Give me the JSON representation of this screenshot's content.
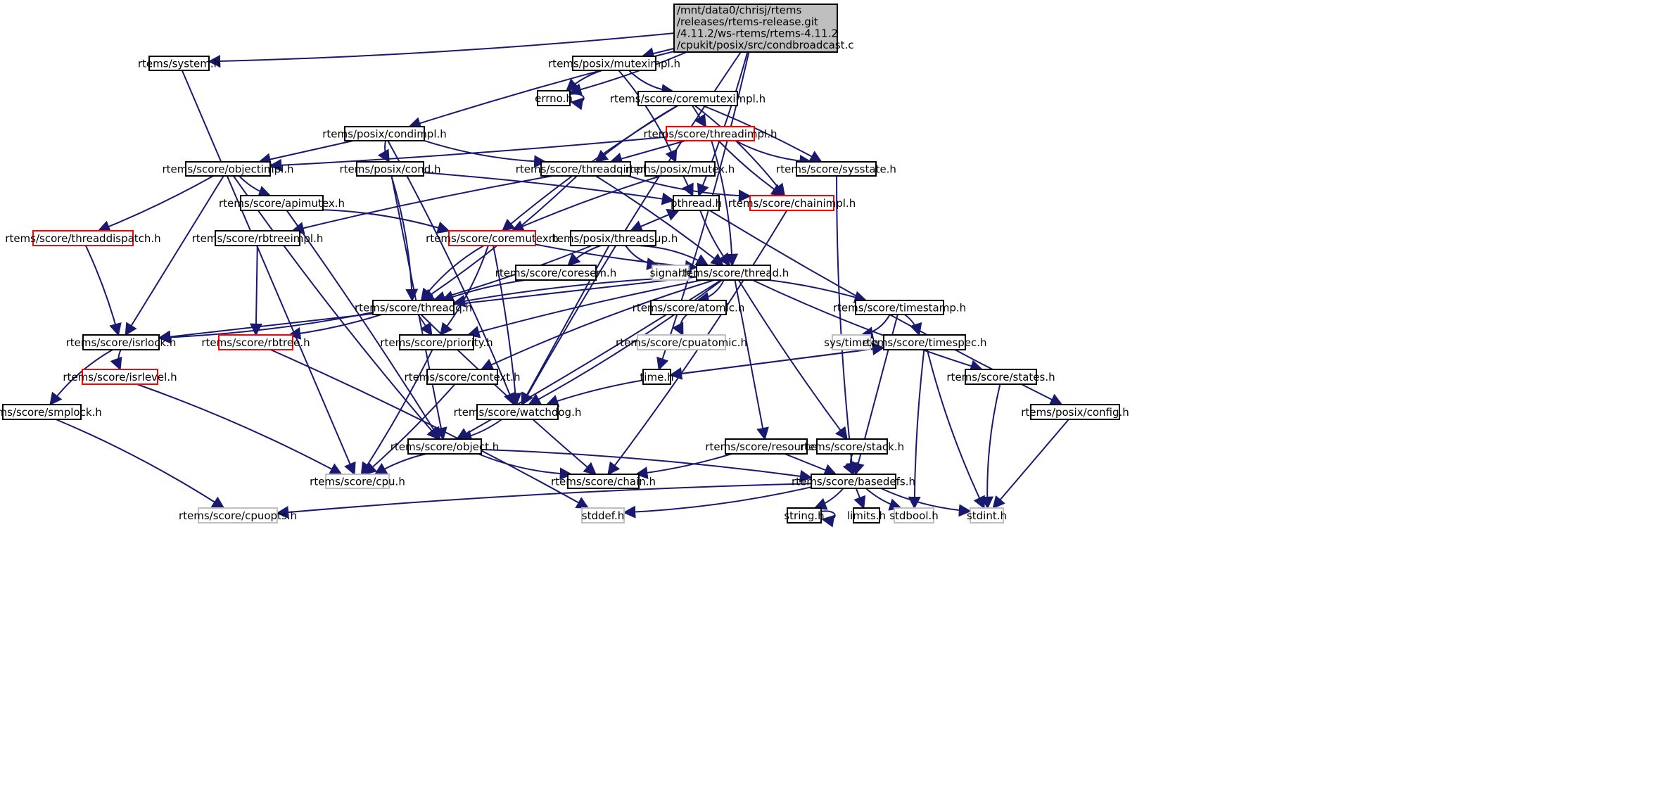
{
  "colors": {
    "edge": "#191970",
    "root_fill": "#bfbfbf",
    "root_border": "#000000",
    "node_fill": "#ffffff",
    "border_normal": "#000000",
    "border_truncated": "#ff0000",
    "border_missing": "#bfbfbf",
    "text": "#000000",
    "background": "#ffffff"
  },
  "root": {
    "id": "root",
    "label_lines": [
      "/mnt/data0/chrisj/rtems",
      "/releases/rtems-release.git",
      "/4.11.2/ws-rtems/rtems-4.11.2",
      "/cpukit/posix/src/condbroadcast.c"
    ]
  },
  "nodes": [
    {
      "id": "system",
      "label": "rtems/system.h",
      "style": "normal"
    },
    {
      "id": "posix_muteximpl",
      "label": "rtems/posix/muteximpl.h",
      "style": "normal"
    },
    {
      "id": "errno",
      "label": "errno.h",
      "style": "normal"
    },
    {
      "id": "coremuteximpl",
      "label": "rtems/score/coremuteximpl.h",
      "style": "normal"
    },
    {
      "id": "posix_condimpl",
      "label": "rtems/posix/condimpl.h",
      "style": "normal"
    },
    {
      "id": "threadimpl",
      "label": "rtems/score/threadimpl.h",
      "style": "truncated"
    },
    {
      "id": "objectimpl",
      "label": "rtems/score/objectimpl.h",
      "style": "normal"
    },
    {
      "id": "posix_cond",
      "label": "rtems/posix/cond.h",
      "style": "normal"
    },
    {
      "id": "threadqimpl",
      "label": "rtems/score/threadqimpl.h",
      "style": "normal"
    },
    {
      "id": "posix_mutex",
      "label": "rtems/posix/mutex.h",
      "style": "normal"
    },
    {
      "id": "sysstate",
      "label": "rtems/score/sysstate.h",
      "style": "normal"
    },
    {
      "id": "apimutex",
      "label": "rtems/score/apimutex.h",
      "style": "normal"
    },
    {
      "id": "pthread",
      "label": "pthread.h",
      "style": "normal"
    },
    {
      "id": "chainimpl",
      "label": "rtems/score/chainimpl.h",
      "style": "truncated"
    },
    {
      "id": "threaddispatch",
      "label": "rtems/score/threaddispatch.h",
      "style": "truncated"
    },
    {
      "id": "rbtreeimpl",
      "label": "rtems/score/rbtreeimpl.h",
      "style": "normal"
    },
    {
      "id": "coremutex",
      "label": "rtems/score/coremutex.h",
      "style": "truncated"
    },
    {
      "id": "threadsup",
      "label": "rtems/posix/threadsup.h",
      "style": "normal"
    },
    {
      "id": "coresem",
      "label": "rtems/score/coresem.h",
      "style": "normal"
    },
    {
      "id": "signal",
      "label": "signal.h",
      "style": "missing"
    },
    {
      "id": "thread",
      "label": "rtems/score/thread.h",
      "style": "normal"
    },
    {
      "id": "threadq",
      "label": "rtems/score/threadq.h",
      "style": "normal"
    },
    {
      "id": "atomic",
      "label": "rtems/score/atomic.h",
      "style": "normal"
    },
    {
      "id": "timestamp",
      "label": "rtems/score/timestamp.h",
      "style": "normal"
    },
    {
      "id": "isrlock",
      "label": "rtems/score/isrlock.h",
      "style": "normal"
    },
    {
      "id": "rbtree",
      "label": "rtems/score/rbtree.h",
      "style": "truncated"
    },
    {
      "id": "priority",
      "label": "rtems/score/priority.h",
      "style": "normal"
    },
    {
      "id": "cpuatomic",
      "label": "rtems/score/cpuatomic.h",
      "style": "missing"
    },
    {
      "id": "systime",
      "label": "sys/time.h",
      "style": "missing"
    },
    {
      "id": "timespec",
      "label": "rtems/score/timespec.h",
      "style": "normal"
    },
    {
      "id": "isrlevel",
      "label": "rtems/score/isrlevel.h",
      "style": "truncated"
    },
    {
      "id": "context",
      "label": "rtems/score/context.h",
      "style": "normal"
    },
    {
      "id": "time",
      "label": "time.h",
      "style": "normal"
    },
    {
      "id": "states",
      "label": "rtems/score/states.h",
      "style": "normal"
    },
    {
      "id": "smplock",
      "label": "rtems/score/smplock.h",
      "style": "normal"
    },
    {
      "id": "watchdog",
      "label": "rtems/score/watchdog.h",
      "style": "normal"
    },
    {
      "id": "posix_config",
      "label": "rtems/posix/config.h",
      "style": "normal"
    },
    {
      "id": "object",
      "label": "rtems/score/object.h",
      "style": "normal"
    },
    {
      "id": "resource",
      "label": "rtems/score/resource.h",
      "style": "normal"
    },
    {
      "id": "stack",
      "label": "rtems/score/stack.h",
      "style": "normal"
    },
    {
      "id": "cpu",
      "label": "rtems/score/cpu.h",
      "style": "missing"
    },
    {
      "id": "chain",
      "label": "rtems/score/chain.h",
      "style": "normal"
    },
    {
      "id": "basedefs",
      "label": "rtems/score/basedefs.h",
      "style": "normal"
    },
    {
      "id": "cpuopts",
      "label": "rtems/score/cpuopts.h",
      "style": "missing"
    },
    {
      "id": "stddef",
      "label": "stddef.h",
      "style": "missing"
    },
    {
      "id": "string",
      "label": "string.h",
      "style": "normal"
    },
    {
      "id": "limits",
      "label": "limits.h",
      "style": "normal"
    },
    {
      "id": "stdbool",
      "label": "stdbool.h",
      "style": "missing"
    },
    {
      "id": "stdint",
      "label": "stdint.h",
      "style": "missing"
    }
  ],
  "edges": [
    [
      "root",
      "system"
    ],
    [
      "root",
      "errno"
    ],
    [
      "root",
      "posix_muteximpl"
    ],
    [
      "root",
      "posix_condimpl"
    ],
    [
      "root",
      "watchdog"
    ],
    [
      "root",
      "time"
    ],
    [
      "root",
      "pthread"
    ],
    [
      "system",
      "cpu"
    ],
    [
      "posix_muteximpl",
      "errno"
    ],
    [
      "posix_muteximpl",
      "coremuteximpl"
    ],
    [
      "posix_muteximpl",
      "posix_mutex"
    ],
    [
      "errno",
      "errno"
    ],
    [
      "coremuteximpl",
      "threadimpl"
    ],
    [
      "coremuteximpl",
      "threadqimpl"
    ],
    [
      "coremuteximpl",
      "coremutex"
    ],
    [
      "coremuteximpl",
      "chainimpl"
    ],
    [
      "coremuteximpl",
      "sysstate"
    ],
    [
      "posix_condimpl",
      "objectimpl"
    ],
    [
      "posix_condimpl",
      "posix_cond"
    ],
    [
      "posix_condimpl",
      "threadqimpl"
    ],
    [
      "posix_condimpl",
      "watchdog"
    ],
    [
      "threadimpl",
      "objectimpl"
    ],
    [
      "threadimpl",
      "threadqimpl"
    ],
    [
      "threadimpl",
      "chainimpl"
    ],
    [
      "threadimpl",
      "sysstate"
    ],
    [
      "threadimpl",
      "thread"
    ],
    [
      "objectimpl",
      "threaddispatch"
    ],
    [
      "objectimpl",
      "isrlock"
    ],
    [
      "objectimpl",
      "apimutex"
    ],
    [
      "objectimpl",
      "object"
    ],
    [
      "posix_cond",
      "threadq"
    ],
    [
      "posix_cond",
      "pthread"
    ],
    [
      "posix_cond",
      "object"
    ],
    [
      "threadqimpl",
      "rbtreeimpl"
    ],
    [
      "threadqimpl",
      "chainimpl"
    ],
    [
      "threadqimpl",
      "threadq"
    ],
    [
      "threadqimpl",
      "thread"
    ],
    [
      "posix_mutex",
      "pthread"
    ],
    [
      "posix_mutex",
      "coremutex"
    ],
    [
      "sysstate",
      "basedefs"
    ],
    [
      "apimutex",
      "coremutex"
    ],
    [
      "apimutex",
      "object"
    ],
    [
      "pthread",
      "threadsup"
    ],
    [
      "pthread",
      "thread"
    ],
    [
      "pthread",
      "posix_config"
    ],
    [
      "chainimpl",
      "chain"
    ],
    [
      "threaddispatch",
      "isrlock"
    ],
    [
      "rbtreeimpl",
      "rbtree"
    ],
    [
      "coremutex",
      "thread"
    ],
    [
      "coremutex",
      "threadq"
    ],
    [
      "coremutex",
      "priority"
    ],
    [
      "coremutex",
      "watchdog"
    ],
    [
      "threadsup",
      "pthread"
    ],
    [
      "threadsup",
      "coresem"
    ],
    [
      "threadsup",
      "signal"
    ],
    [
      "threadsup",
      "thread"
    ],
    [
      "threadsup",
      "threadq"
    ],
    [
      "threadsup",
      "watchdog"
    ],
    [
      "coresem",
      "threadq"
    ],
    [
      "thread",
      "threadq"
    ],
    [
      "thread",
      "atomic"
    ],
    [
      "thread",
      "timestamp"
    ],
    [
      "thread",
      "isrlock"
    ],
    [
      "thread",
      "priority"
    ],
    [
      "thread",
      "context"
    ],
    [
      "thread",
      "watchdog"
    ],
    [
      "thread",
      "object"
    ],
    [
      "thread",
      "resource"
    ],
    [
      "thread",
      "stack"
    ],
    [
      "thread",
      "states"
    ],
    [
      "threadq",
      "isrlock"
    ],
    [
      "threadq",
      "rbtree"
    ],
    [
      "threadq",
      "priority"
    ],
    [
      "threadq",
      "chain"
    ],
    [
      "atomic",
      "cpuatomic"
    ],
    [
      "timestamp",
      "systime"
    ],
    [
      "timestamp",
      "timespec"
    ],
    [
      "timestamp",
      "basedefs"
    ],
    [
      "isrlock",
      "isrlevel"
    ],
    [
      "isrlock",
      "smplock"
    ],
    [
      "rbtree",
      "stddef"
    ],
    [
      "priority",
      "cpu"
    ],
    [
      "timespec",
      "time"
    ],
    [
      "timespec",
      "stdbool"
    ],
    [
      "timespec",
      "stdint"
    ],
    [
      "isrlevel",
      "cpu"
    ],
    [
      "context",
      "cpu"
    ],
    [
      "time",
      "timespec"
    ],
    [
      "time",
      "watchdog"
    ],
    [
      "states",
      "stdint"
    ],
    [
      "smplock",
      "cpuopts"
    ],
    [
      "watchdog",
      "object"
    ],
    [
      "posix_config",
      "stdint"
    ],
    [
      "object",
      "cpu"
    ],
    [
      "object",
      "chain"
    ],
    [
      "object",
      "basedefs"
    ],
    [
      "resource",
      "chain"
    ],
    [
      "resource",
      "basedefs"
    ],
    [
      "stack",
      "basedefs"
    ],
    [
      "basedefs",
      "cpuopts"
    ],
    [
      "basedefs",
      "stddef"
    ],
    [
      "basedefs",
      "string"
    ],
    [
      "basedefs",
      "limits"
    ],
    [
      "basedefs",
      "stdbool"
    ],
    [
      "basedefs",
      "stdint"
    ],
    [
      "string",
      "string"
    ]
  ]
}
